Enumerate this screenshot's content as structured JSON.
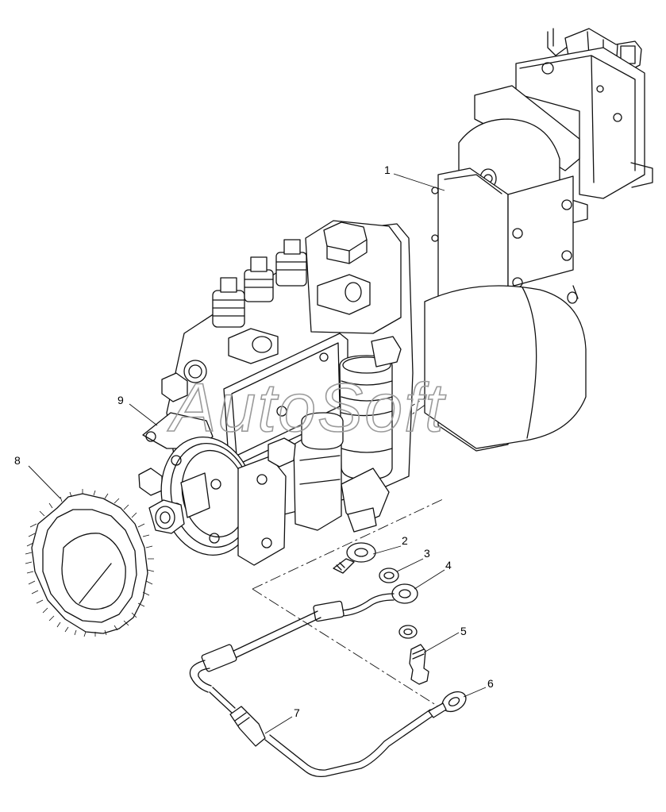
{
  "watermark": "AutoSoft",
  "callouts": [
    {
      "id": "1",
      "text": "1"
    },
    {
      "id": "2",
      "text": "2"
    },
    {
      "id": "3",
      "text": "3"
    },
    {
      "id": "4",
      "text": "4"
    },
    {
      "id": "5",
      "text": "5"
    },
    {
      "id": "6",
      "text": "6"
    },
    {
      "id": "7",
      "text": "7"
    },
    {
      "id": "8",
      "text": "8"
    },
    {
      "id": "9",
      "text": "9"
    }
  ]
}
